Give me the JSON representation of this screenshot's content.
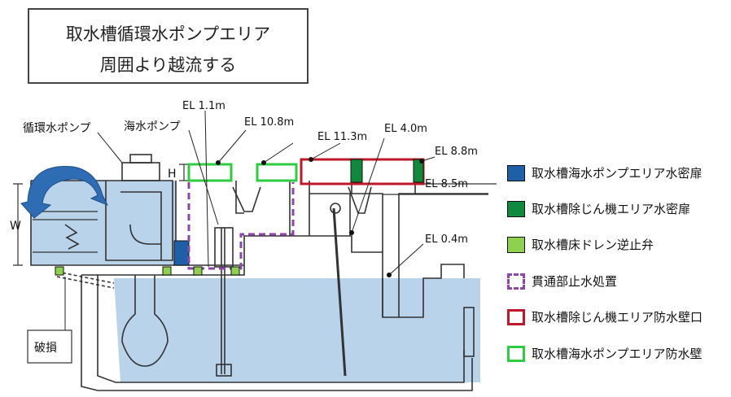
{
  "title": {
    "line1": "取水槽循環水ポンプエリア",
    "line2": "周囲より越流する"
  },
  "labels": {
    "circ_pump": "循環水ポンプ",
    "sea_pump": "海水ポンプ",
    "el_1_1": "EL 1.1m",
    "el_10_8": "EL 10.8m",
    "el_11_3": "EL 11.3m",
    "el_4_0": "EL 4.0m",
    "el_8_8": "EL 8.8m",
    "el_8_5": "EL 8.5m",
    "el_0_4": "EL 0.4m",
    "h": "H",
    "w": "W",
    "damage": "破損"
  },
  "legend": [
    {
      "label": "取水槽海水ポンプエリア水密扉",
      "color": "#1f5fa8",
      "style": "fill"
    },
    {
      "label": "取水槽除じん機エリア水密扉",
      "color": "#0f8a3c",
      "style": "fill"
    },
    {
      "label": "取水槽床ドレン逆止弁",
      "color": "#8fd14f",
      "style": "fill"
    },
    {
      "label": "貫通部止水処置",
      "color": "#8e44ad",
      "style": "dashed"
    },
    {
      "label": "取水槽除じん機エリア防水壁口",
      "color": "#c0182a",
      "style": "outline"
    },
    {
      "label": "取水槽海水ポンプエリア防水壁",
      "color": "#2ecc40",
      "style": "outline"
    }
  ],
  "colors": {
    "water": "#b9d3ea",
    "wall": "#333333",
    "arrow": "#2e6db4"
  }
}
